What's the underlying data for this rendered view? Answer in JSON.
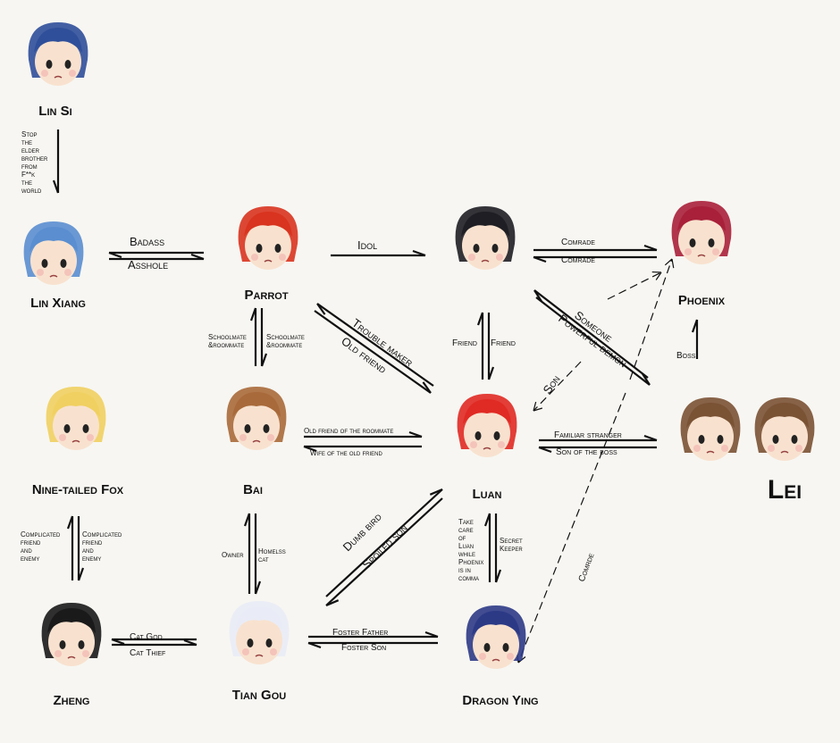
{
  "characters": {
    "lin_si": {
      "name": "Lin Si",
      "hair": "#2f4f9a"
    },
    "lin_xiang": {
      "name": "Lin Xiang",
      "hair": "#5a8ed0"
    },
    "parrot": {
      "name": "Parrot",
      "hair": "#d8341f"
    },
    "cyclops": {
      "hair": "#1e1e24"
    },
    "phoenix": {
      "name": "Phoenix",
      "hair": "#a8203a"
    },
    "fox": {
      "name": "Nine-tailed Fox",
      "hair": "#f0d060"
    },
    "bai": {
      "name": "Bai",
      "hair": "#a86a3a"
    },
    "luan": {
      "name": "Luan",
      "hair": "#e02a24"
    },
    "lei": {
      "name": "Lei",
      "hair": "#7a5234"
    },
    "zheng": {
      "name": "Zheng",
      "hair": "#1a1a1a"
    },
    "tian_gou": {
      "name": "Tian Gou",
      "hair": "#e9ecf6"
    },
    "dragon_ying": {
      "name": "Dragon Ying",
      "hair": "#2c3a86"
    }
  },
  "relations": {
    "linsi_linxiang": "Stop\nthe\nelder\nbrother\nfrom\nF**k\nthe\nworld",
    "badass": "Badass",
    "asshole": "Asshole",
    "idol": "Idol",
    "comrade1": "Comrade",
    "comrade2": "Comrade",
    "schoolmate1": "Schoolmate\n&roommate",
    "schoolmate2": "Schoolmate\n&roommate",
    "trouble_maker": "Trouble maker",
    "old_friend": "Old friend",
    "friend1": "Friend",
    "friend2": "Friend",
    "someone": "Someone",
    "powerful_demon": "Powerful demon",
    "son": "Son",
    "boss": "Boss",
    "old_friend_roommate": "Old friend of the roommate",
    "wife_old_friend": "Wife of the old friend",
    "familiar_stranger": "Familiar stranger",
    "son_of_boss": "Son of the boss",
    "complicated1": "Complicated\nfriend\nand\nenemy",
    "complicated2": "Complicated\nfriend\nand\nenemy",
    "owner": "Owner",
    "homeless_cat": "Homelss\ncat",
    "dumb_bird": "Dumb bird",
    "spoiled_son": "Spoiled son",
    "take_care": "Take\ncare\nof\nLuan\nwhile\nPhoenix\nis in\ncomma",
    "secret_keeper": "Secret\nKeeper",
    "comrde": "Comrde",
    "cat_god": "Cat God",
    "cat_thief": "Cat Thief",
    "foster_father": "Foster Father",
    "foster_son": "Foster Son"
  }
}
